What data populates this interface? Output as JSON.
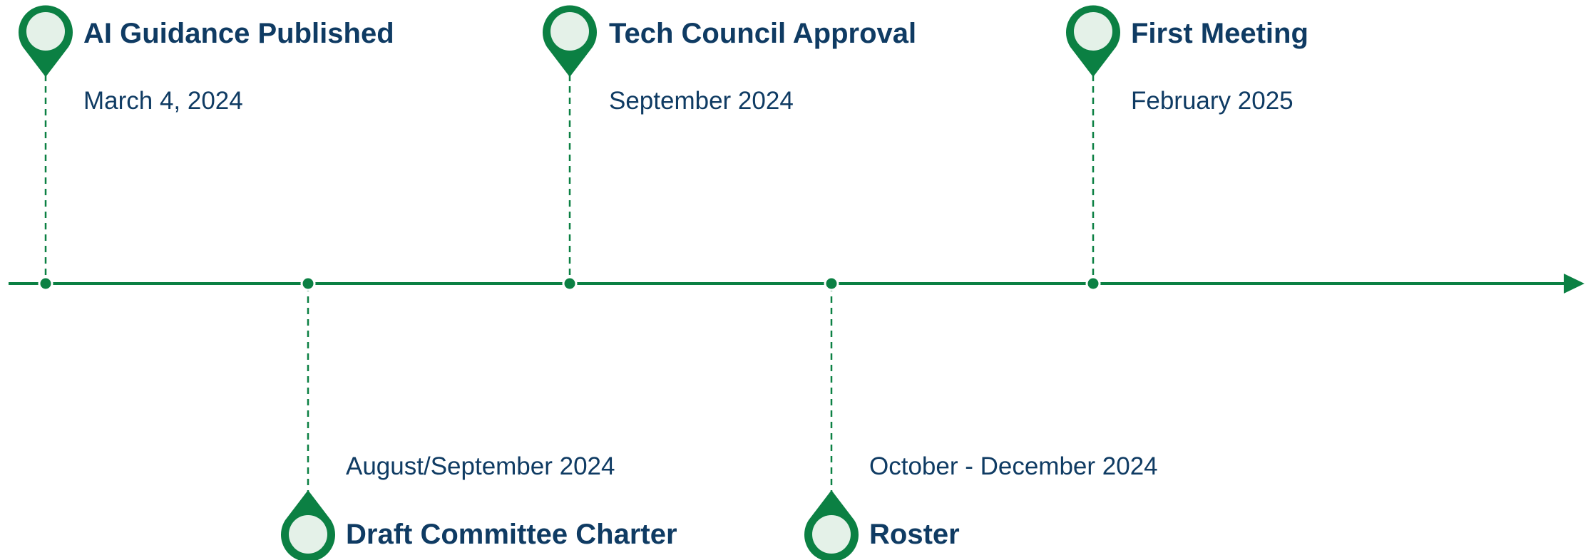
{
  "colors": {
    "accent": "#0b8043",
    "pin_fill": "#e4f1e8",
    "text": "#0f3b63"
  },
  "milestones": [
    {
      "title": "AI Guidance Published",
      "date": "March 4, 2024",
      "side": "top"
    },
    {
      "title": "Draft Committee Charter",
      "date": "August/September 2024",
      "side": "bottom"
    },
    {
      "title": "Tech Council Approval",
      "date": "September 2024",
      "side": "top"
    },
    {
      "title": "Roster",
      "date": "October - December 2024",
      "side": "bottom"
    },
    {
      "title": "First Meeting",
      "date": "February 2025",
      "side": "top"
    }
  ]
}
